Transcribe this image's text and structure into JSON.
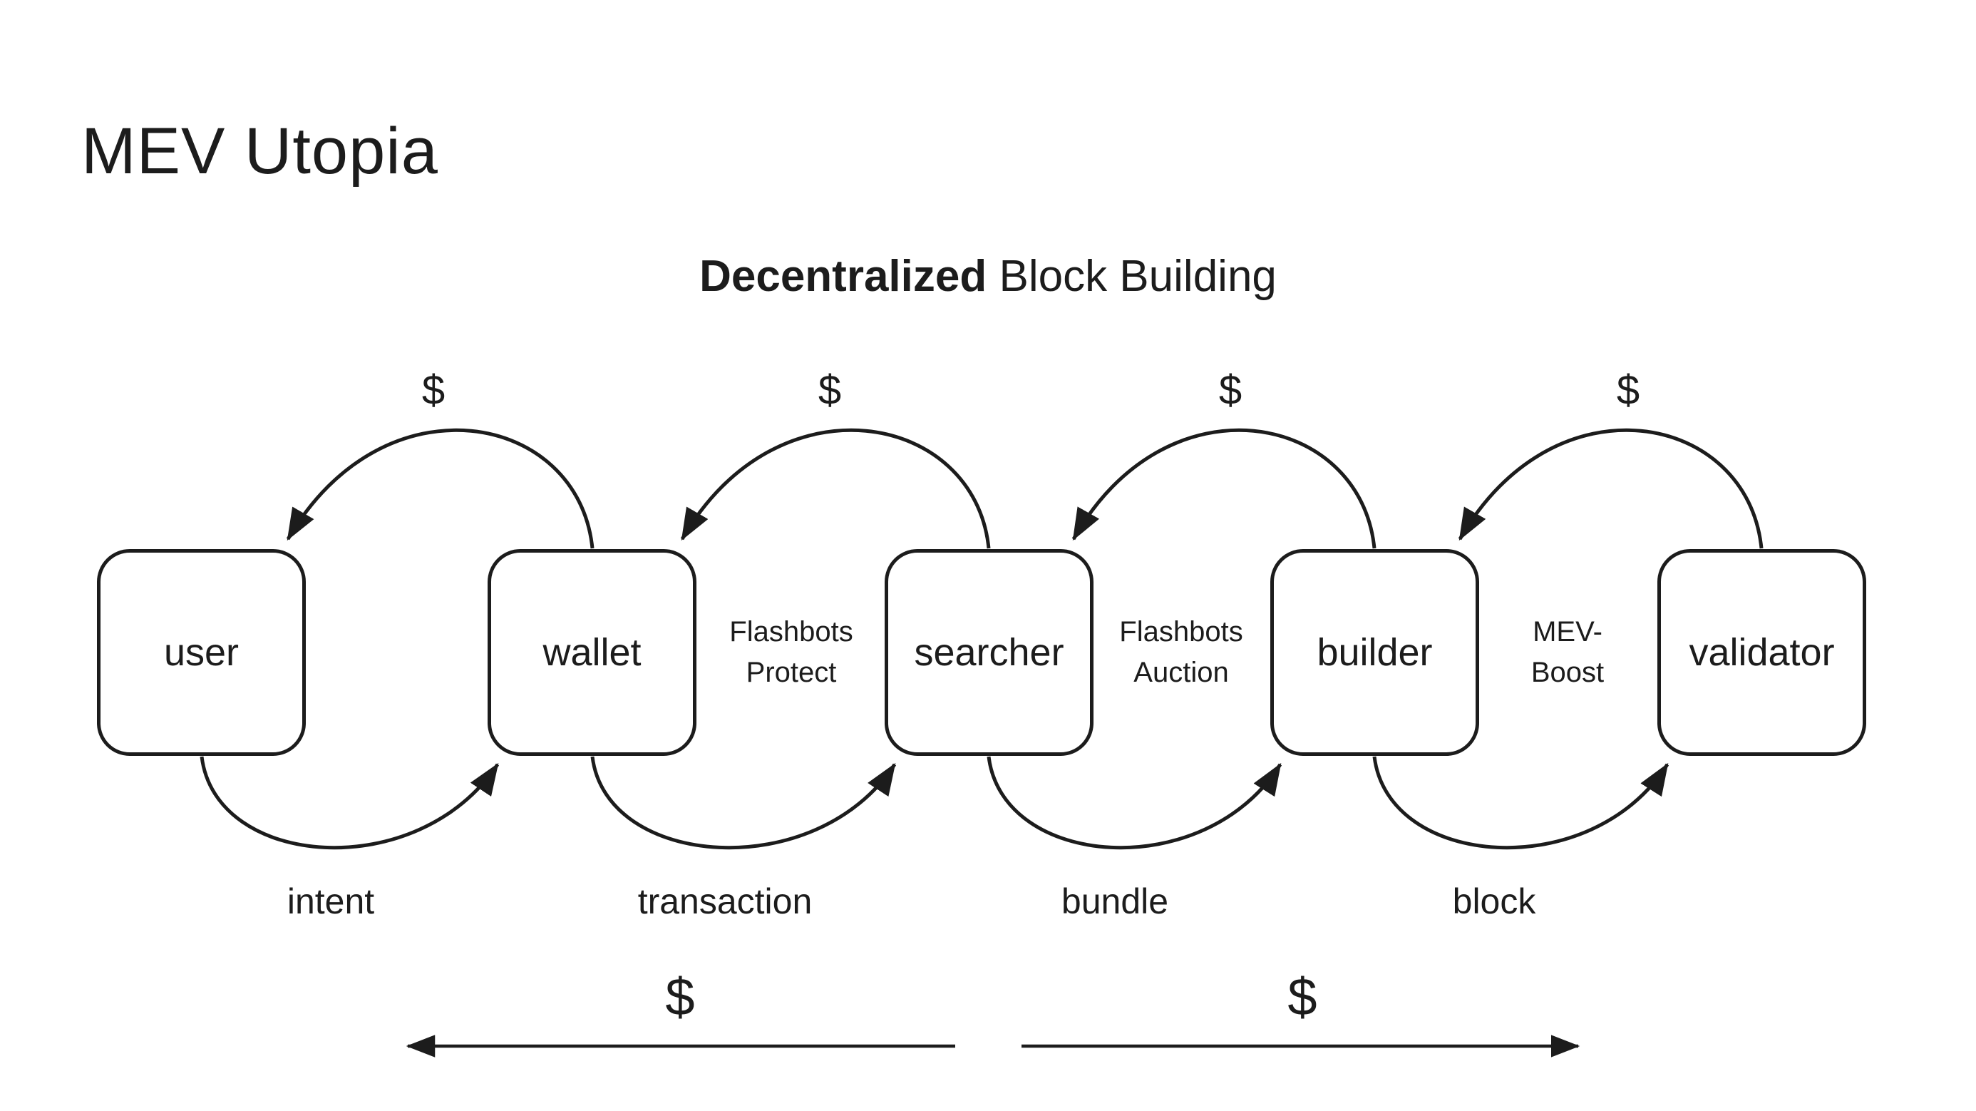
{
  "header": {
    "title": "MEV Utopia",
    "subtitle_bold": "Decentralized",
    "subtitle_rest": "Block Building"
  },
  "colors": {
    "ink": "#1c1c1c",
    "background": "#ffffff"
  },
  "nodes": [
    {
      "label": "user"
    },
    {
      "label": "wallet"
    },
    {
      "label": "searcher"
    },
    {
      "label": "builder"
    },
    {
      "label": "validator"
    }
  ],
  "gap_labels": [
    {
      "line1": "Flashbots",
      "line2": "Protect"
    },
    {
      "line1": "Flashbots",
      "line2": "Auction"
    },
    {
      "line1": "MEV-",
      "line2": "Boost"
    }
  ],
  "top_flows": [
    {
      "label": "$"
    },
    {
      "label": "$"
    },
    {
      "label": "$"
    },
    {
      "label": "$"
    }
  ],
  "bottom_flows": [
    {
      "label": "intent"
    },
    {
      "label": "transaction"
    },
    {
      "label": "bundle"
    },
    {
      "label": "block"
    }
  ],
  "payment_arrows": [
    {
      "label": "$",
      "direction": "left"
    },
    {
      "label": "$",
      "direction": "right"
    }
  ]
}
